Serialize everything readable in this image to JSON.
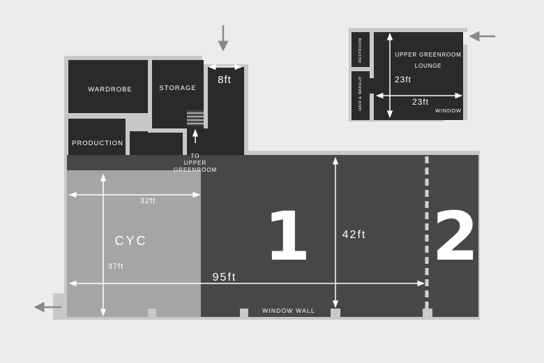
{
  "rooms": {
    "wardrobe": "WARDROBE",
    "storage": "STORAGE",
    "production": "PRODUCTION",
    "restroom": "RESTROOM",
    "hair_makeup": "HAIR & MAKEUP",
    "lounge_line1": "UPPER GREENROOM",
    "lounge_line2": "LOUNGE",
    "cyc": "CYC",
    "stage_1": "1",
    "stage_2": "2"
  },
  "stairs_label": {
    "line1": "TO",
    "line2": "UPPER",
    "line3": "GREENROOM"
  },
  "dimensions": {
    "stair_width": "8ft",
    "lounge_height": "23ft",
    "lounge_width": "23ft",
    "cyc_width": "32ft",
    "cyc_depth": "37ft",
    "total_width": "95ft",
    "stage_depth": "42ft"
  },
  "walls": {
    "window": "WINDOW",
    "window_wall": "WINDOW WALL"
  },
  "colors": {
    "background": "#ececec",
    "wall": "#c8c8c8",
    "dark_room": "#2a2a2a",
    "stage": "#474747",
    "cyc": "#a5a5a5",
    "arrow": "#888888",
    "label": "#ffffff"
  },
  "icons": {
    "entry_arrow_top": "arrow-down-icon",
    "entry_arrow_lounge": "arrow-left-icon",
    "exit_arrow": "arrow-left-icon"
  }
}
